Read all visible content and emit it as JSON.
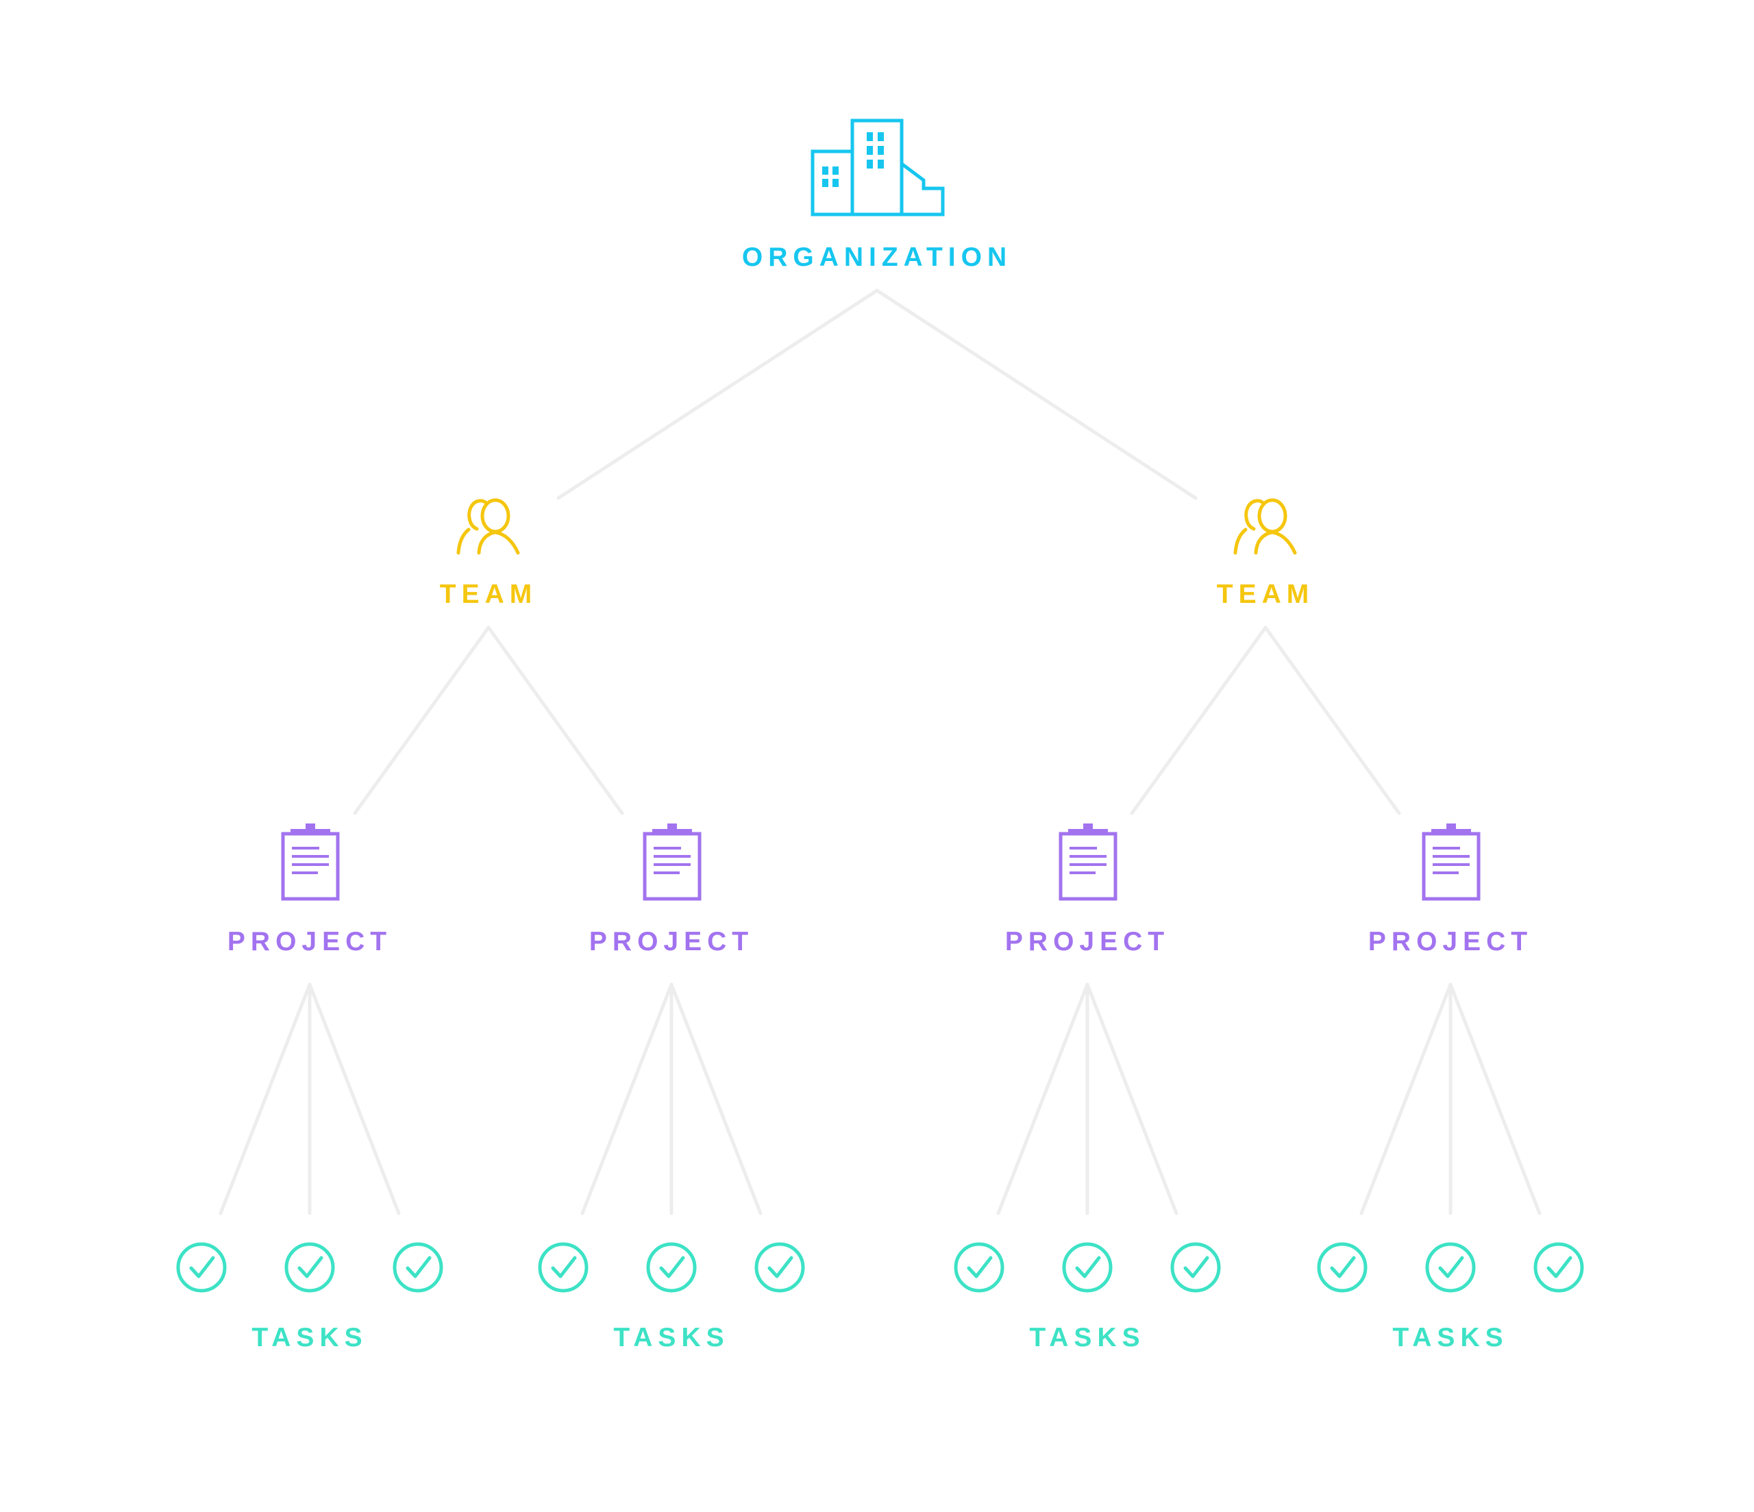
{
  "colors": {
    "organization": "#16c6ef",
    "team": "#f5c60f",
    "project": "#a273ef",
    "task": "#3de2c5",
    "connector": "#ededed",
    "background": "#ffffff"
  },
  "organization": {
    "label": "ORGANIZATION",
    "icon": "building-icon",
    "teams": [
      {
        "label": "TEAM",
        "icon": "people-icon",
        "projects": [
          {
            "label": "PROJECT",
            "icon": "clipboard-icon",
            "tasks_label": "TASKS",
            "task_icon": "check-circle-icon",
            "task_count": 3
          },
          {
            "label": "PROJECT",
            "icon": "clipboard-icon",
            "tasks_label": "TASKS",
            "task_icon": "check-circle-icon",
            "task_count": 3
          }
        ]
      },
      {
        "label": "TEAM",
        "icon": "people-icon",
        "projects": [
          {
            "label": "PROJECT",
            "icon": "clipboard-icon",
            "tasks_label": "TASKS",
            "task_icon": "check-circle-icon",
            "task_count": 3
          },
          {
            "label": "PROJECT",
            "icon": "clipboard-icon",
            "tasks_label": "TASKS",
            "task_icon": "check-circle-icon",
            "task_count": 3
          }
        ]
      }
    ]
  }
}
